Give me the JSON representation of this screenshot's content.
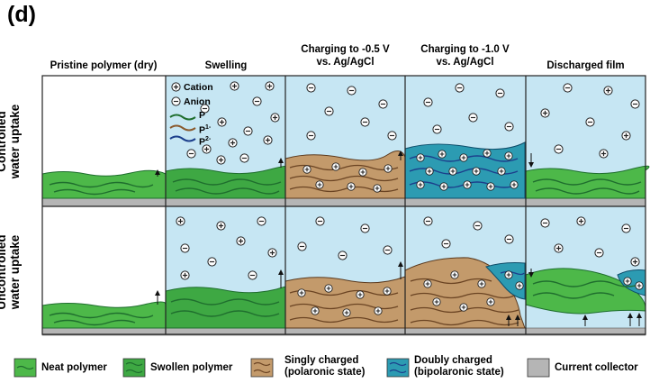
{
  "panel_label": "(d)",
  "columns": [
    {
      "line1": "Pristine polymer (dry)",
      "line2": ""
    },
    {
      "line1": "Swelling",
      "line2": ""
    },
    {
      "line1": "Charging to -0.5 V",
      "line2": "vs. Ag/AgCl"
    },
    {
      "line1": "Charging to -1.0 V",
      "line2": "vs. Ag/AgCl"
    },
    {
      "line1": "Discharged film",
      "line2": ""
    }
  ],
  "rows": [
    {
      "line1": "Controlled",
      "line2": "water uptake"
    },
    {
      "line1": "Uncontrolled",
      "line2": "water uptake"
    }
  ],
  "inset_legend": {
    "cation": "Cation",
    "anion": "Anion",
    "p0": "P",
    "p1": "P",
    "p1_sup": "1-",
    "p2": "P",
    "p2_sup": "2-"
  },
  "legend": [
    {
      "label": "Neat polymer",
      "color": "#4db849"
    },
    {
      "label": "Swollen polymer",
      "color": "#3ea843"
    },
    {
      "label": "Singly charged",
      "label2": "(polaronic state)",
      "color": "#c39a6b"
    },
    {
      "label": "Doubly charged",
      "label2": "(bipolaronic state)",
      "color": "#2c9bb2"
    },
    {
      "label": "Current collector",
      "color": "#b5b5b5"
    }
  ],
  "colors": {
    "electrolyte": "#c6e6f3",
    "neat_polymer": "#4db849",
    "dark_green_stroke": "#1f6e2e",
    "singly_charged": "#c39a6b",
    "doubly_charged": "#2c9bb2",
    "collector": "#b5b5b5"
  },
  "icons": [
    "cation-icon",
    "anion-icon"
  ]
}
